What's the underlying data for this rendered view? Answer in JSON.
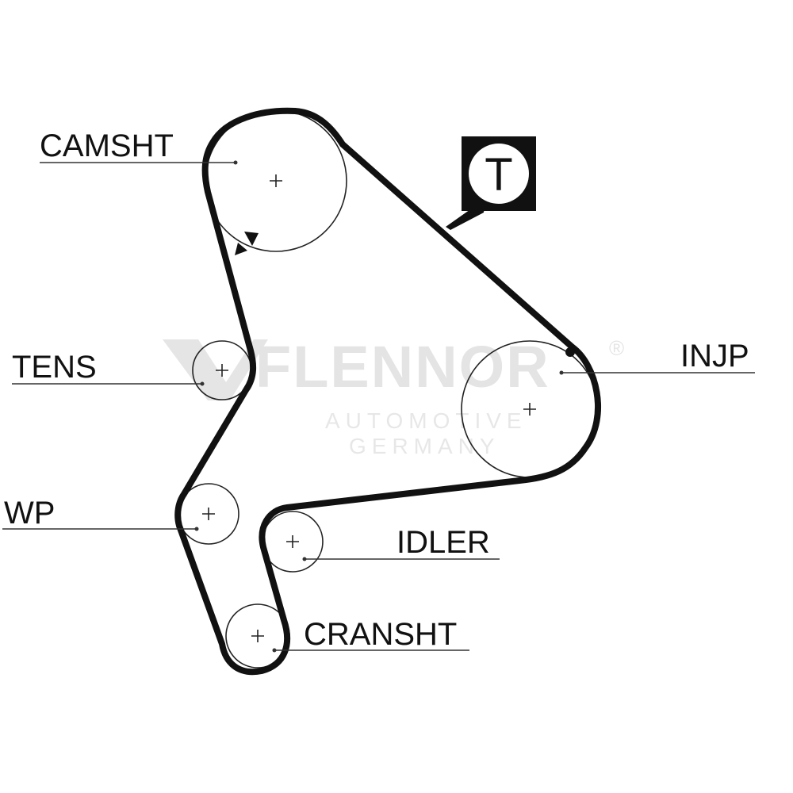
{
  "labels": {
    "camshaft": "CAMSHT",
    "tensioner": "TENS",
    "water_pump": "WP",
    "injection_pump": "INJP",
    "idler": "IDLER",
    "crankshaft": "CRANSHT"
  },
  "belt_marker": {
    "letter": "T"
  },
  "watermark": {
    "brand": "FLENNOR",
    "registered": "®",
    "line1": "AUTOMOTIVE",
    "line2": "GERMANY",
    "color": "#c8c8c8"
  },
  "colors": {
    "belt": "#111111",
    "pulley": "#222222",
    "leader": "#333333"
  }
}
